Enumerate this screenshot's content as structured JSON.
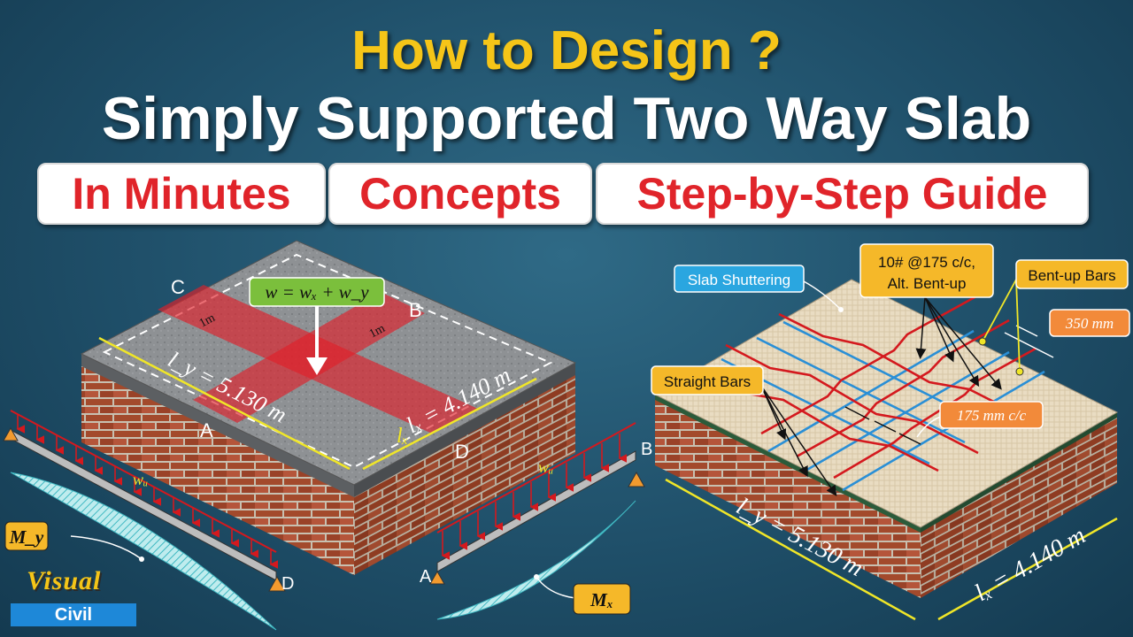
{
  "header": {
    "title": "How to Design ?",
    "subtitle": "Simply Supported Two Way Slab",
    "tags": [
      "In Minutes",
      "Concepts",
      "Step-by-Step Guide"
    ]
  },
  "left_diagram": {
    "corner_labels": {
      "a": "A",
      "b": "B",
      "c": "C",
      "d": "D"
    },
    "strip_width_label": "1m",
    "load_formula": "w = wₓ + w_y",
    "ly_label": "l_y = 5.130 m",
    "lx_label": "lₓ = 4.140 m",
    "lx_short": "lₓ",
    "beam_load_label": "wᵤ",
    "moment_y_label": "M_y",
    "moment_x_label": "Mₓ"
  },
  "right_diagram": {
    "shuttering_label": "Slab Shuttering",
    "rebar_note": [
      "10# @175 c/c,",
      "Alt. Bent-up"
    ],
    "bentup_label": "Bent-up Bars",
    "straight_label": "Straight Bars",
    "spacing_350": "350 mm",
    "spacing_175": "175 mm c/c",
    "ly_label": "l_y = 5.130 m",
    "lx_label": "lₓ = 4.140 m"
  },
  "logo": {
    "top": "Visual",
    "bottom": "Civil"
  },
  "colors": {
    "title": "#f5c518",
    "subtitle": "#ffffff",
    "tag_text": "#e0242a",
    "rebar_red": "#d4191e",
    "rebar_blue": "#2a8fd6",
    "dimension": "#e8e830"
  }
}
